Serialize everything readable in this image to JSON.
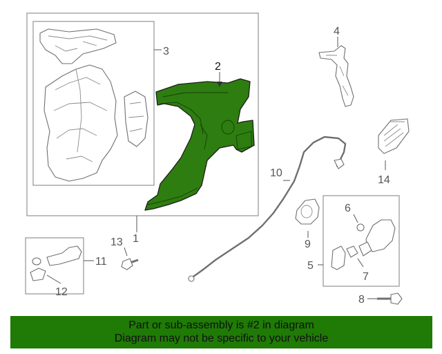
{
  "diagram": {
    "callouts": {
      "c1": "1",
      "c2": "2",
      "c3": "3",
      "c4": "4",
      "c5": "5",
      "c6": "6",
      "c7": "7",
      "c8": "8",
      "c9": "9",
      "c10": "10",
      "c11": "11",
      "c12": "12",
      "c13": "13",
      "c14": "14"
    },
    "highlight_color": "#2e7d10",
    "highlighted_part": "2"
  },
  "banner": {
    "line1": "Part or sub-assembly is #2 in diagram",
    "line2": "Diagram may not be specific to your vehicle",
    "color": "#1f7a06"
  }
}
